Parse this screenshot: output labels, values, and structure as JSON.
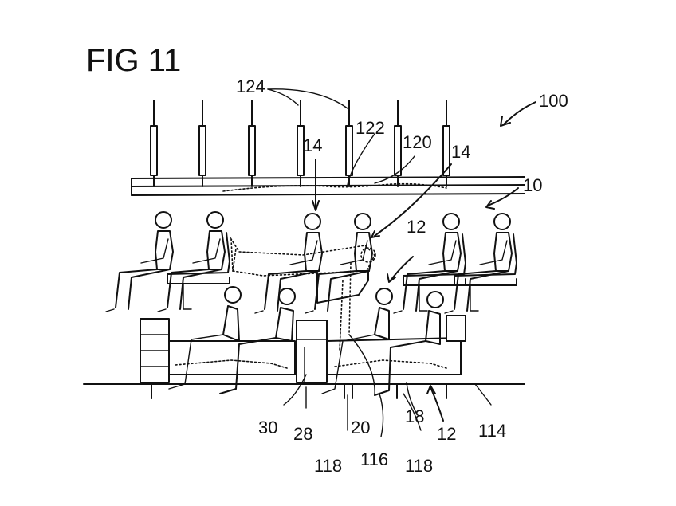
{
  "figure": {
    "title": "FIG 11",
    "labels": {
      "l100": "100",
      "l124": "124",
      "l122": "122",
      "l120": "120",
      "l14a": "14",
      "l14b": "14",
      "l10": "10",
      "l12a": "12",
      "l30": "30",
      "l28": "28",
      "l20": "20",
      "l116": "116",
      "l118a": "118",
      "l118b": "118",
      "l18": "18",
      "l12b": "12",
      "l114": "114"
    }
  }
}
